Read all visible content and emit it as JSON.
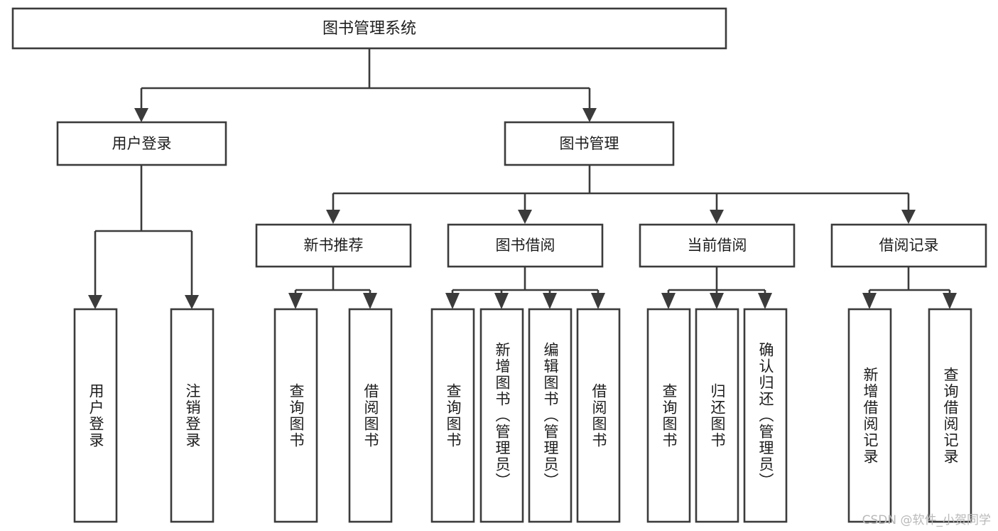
{
  "diagram": {
    "type": "tree-hierarchy",
    "title": "图书管理系统",
    "watermark": "CSDN @软件_小贺同学",
    "colors": {
      "stroke": "#3b3b3b",
      "fill": "#ffffff",
      "text": "#1d1d1d",
      "watermark": "#b9b9b9",
      "background": "#ffffff"
    },
    "levels": {
      "root": {
        "label": "图书管理系统",
        "orientation": "horizontal"
      },
      "level2": [
        {
          "label": "用户登录",
          "orientation": "horizontal"
        },
        {
          "label": "图书管理",
          "orientation": "horizontal"
        }
      ],
      "level3": [
        {
          "label": "新书推荐",
          "orientation": "horizontal",
          "parent": "图书管理"
        },
        {
          "label": "图书借阅",
          "orientation": "horizontal",
          "parent": "图书管理"
        },
        {
          "label": "当前借阅",
          "orientation": "horizontal",
          "parent": "图书管理"
        },
        {
          "label": "借阅记录",
          "orientation": "horizontal",
          "parent": "图书管理"
        }
      ],
      "leaves": [
        {
          "label": "用户登录",
          "orientation": "vertical",
          "parent": "用户登录"
        },
        {
          "label": "注销登录",
          "orientation": "vertical",
          "parent": "用户登录"
        },
        {
          "label": "查询图书",
          "orientation": "vertical",
          "parent": "新书推荐"
        },
        {
          "label": "借阅图书",
          "orientation": "vertical",
          "parent": "新书推荐"
        },
        {
          "label": "查询图书",
          "orientation": "vertical",
          "parent": "图书借阅"
        },
        {
          "label": "新增图书（管理员）",
          "orientation": "vertical",
          "parent": "图书借阅"
        },
        {
          "label": "编辑图书（管理员）",
          "orientation": "vertical",
          "parent": "图书借阅"
        },
        {
          "label": "借阅图书",
          "orientation": "vertical",
          "parent": "图书借阅"
        },
        {
          "label": "查询图书",
          "orientation": "vertical",
          "parent": "当前借阅"
        },
        {
          "label": "归还图书",
          "orientation": "vertical",
          "parent": "当前借阅"
        },
        {
          "label": "确认归还（管理员）",
          "orientation": "vertical",
          "parent": "当前借阅"
        },
        {
          "label": "新增借阅记录",
          "orientation": "vertical",
          "parent": "借阅记录"
        },
        {
          "label": "查询借阅记录",
          "orientation": "vertical",
          "parent": "借阅记录"
        }
      ]
    }
  }
}
